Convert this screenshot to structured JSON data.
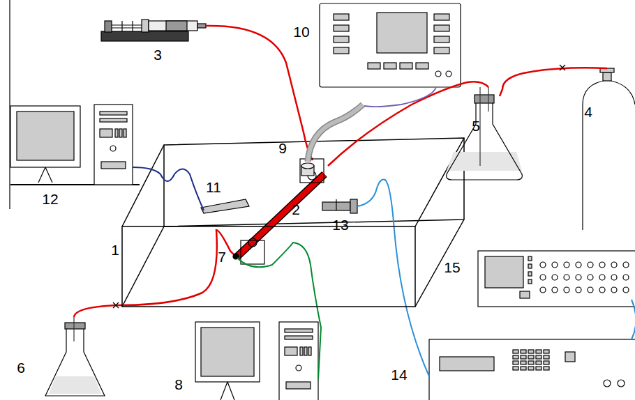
{
  "diagram": {
    "labels": [
      "3",
      "10",
      "4",
      "9",
      "5",
      "12",
      "11",
      "2",
      "13",
      "1",
      "7",
      "15",
      "6",
      "8",
      "14"
    ]
  }
}
